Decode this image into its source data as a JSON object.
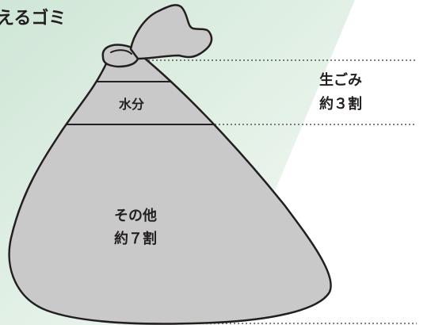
{
  "heading": "えるゴミ",
  "layers": {
    "water_label": "水分",
    "other_label_line1": "その他",
    "other_label_line2": "約７割"
  },
  "side_note": {
    "line1": "生ごみ",
    "line2": "約３割"
  },
  "colors": {
    "background_band": "#d7eadc",
    "bag_fill": "#c9c9ca",
    "bag_stroke": "#231f20",
    "text": "#231f20",
    "dotted_line": "#555555"
  }
}
